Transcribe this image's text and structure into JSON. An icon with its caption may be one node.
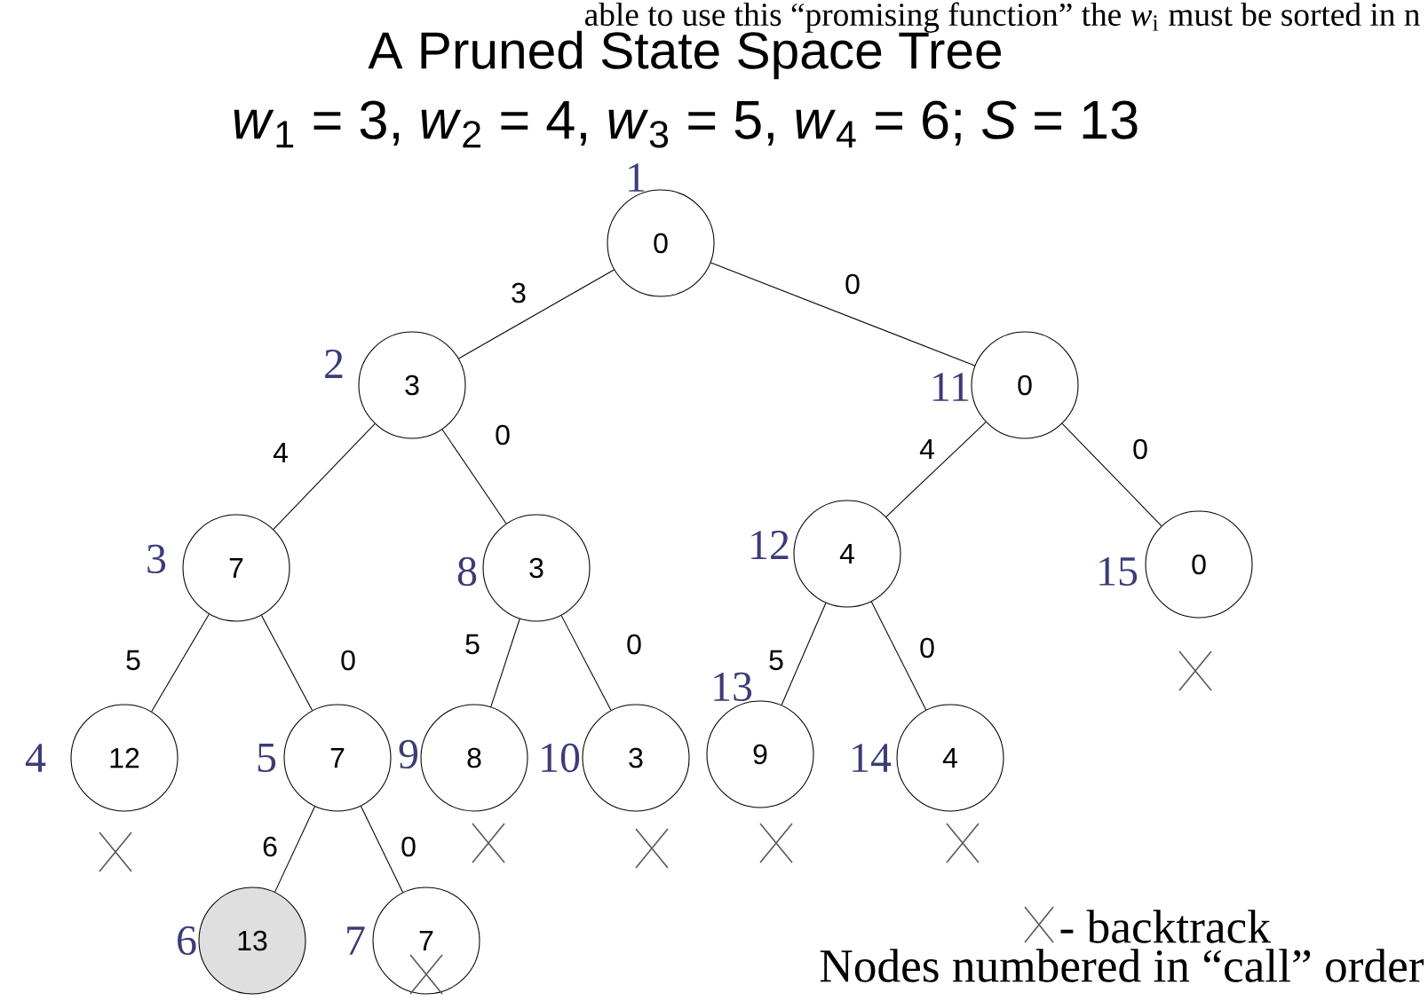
{
  "diagram": {
    "title": "A Pruned State Space Tree",
    "nodes": [
      {
        "text": [
          "0"
        ],
        "beside": [
          "1"
        ]
      },
      {
        "text": [
          "3"
        ],
        "beside": [
          "2"
        ]
      },
      {
        "text": [
          "7"
        ],
        "beside": [
          "3"
        ]
      },
      {
        "text": [
          "12"
        ],
        "beside": [
          "4"
        ]
      },
      {
        "text": [
          "7"
        ],
        "beside": [
          "5"
        ]
      },
      {
        "text": [
          "13"
        ],
        "beside": [
          "6"
        ]
      },
      {
        "text": [
          "7"
        ],
        "beside": [
          "7"
        ]
      },
      {
        "text": [
          "3"
        ],
        "beside": [
          "8"
        ]
      },
      {
        "text": [
          "8"
        ],
        "beside": [
          "9"
        ]
      },
      {
        "text": [
          "3"
        ],
        "beside": [
          "10"
        ]
      },
      {
        "text": [
          "0"
        ],
        "beside": [
          "11"
        ]
      },
      {
        "text": [
          "4"
        ],
        "beside": [
          "12"
        ]
      },
      {
        "text": [
          "9"
        ],
        "beside": [
          "13"
        ]
      },
      {
        "text": [
          "4"
        ],
        "beside": [
          "14"
        ]
      },
      {
        "text": [
          "0"
        ],
        "beside": [
          "15"
        ]
      }
    ],
    "edges": [
      {
        "from": 0,
        "to": 1,
        "arrow": "none",
        "label": "3"
      },
      {
        "from": 0,
        "to": 10,
        "arrow": "none",
        "label": "0"
      },
      {
        "from": 1,
        "to": 2,
        "arrow": "none",
        "label": "4"
      },
      {
        "from": 1,
        "to": 7,
        "arrow": "none",
        "label": "0"
      },
      {
        "from": 2,
        "to": 3,
        "arrow": "none",
        "label": "5"
      },
      {
        "from": 2,
        "to": 4,
        "arrow": "none",
        "label": "0"
      },
      {
        "from": 4,
        "to": 5,
        "arrow": "none",
        "label": "6"
      },
      {
        "from": 4,
        "to": 6,
        "arrow": "none",
        "label": "0"
      },
      {
        "from": 7,
        "to": 8,
        "arrow": "none",
        "label": "5"
      },
      {
        "from": 7,
        "to": 9,
        "arrow": "none",
        "label": "0"
      },
      {
        "from": 10,
        "to": 11,
        "arrow": "none",
        "label": "4"
      },
      {
        "from": 10,
        "to": 14,
        "arrow": "none",
        "label": "0"
      },
      {
        "from": 11,
        "to": 12,
        "arrow": "none",
        "label": "5"
      },
      {
        "from": 11,
        "to": 13,
        "arrow": "none",
        "label": "0"
      }
    ],
    "labels": [
      "able to use this “promising function” the *w*$_{i}$ must be sorted in n",
      "*w*$_{1}$ = 3, *w*$_{2}$ = 4, *w*$_{3}$ = 5, *w*$_{4}$ = 6; *S* = 13",
      "Nodes numbered in “call” order"
    ],
    "legend": [
      {
        "text": "- backtrack"
      }
    ]
  }
}
